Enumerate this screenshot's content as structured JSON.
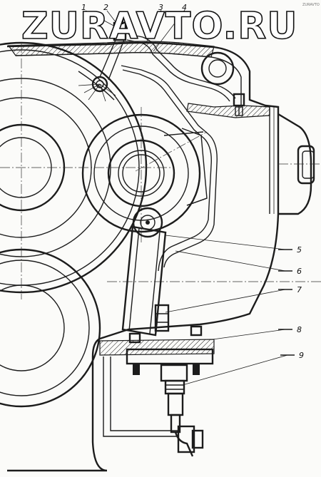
{
  "watermark": "ZURAVTO.RU",
  "corner_mark": "ZURAVTO",
  "callouts": [
    {
      "id": "1",
      "text": "1"
    },
    {
      "id": "2",
      "text": "2"
    },
    {
      "id": "3",
      "text": "3"
    },
    {
      "id": "4",
      "text": "4"
    },
    {
      "id": "5",
      "text": "5"
    },
    {
      "id": "6",
      "text": "6"
    },
    {
      "id": "7",
      "text": "7"
    },
    {
      "id": "8",
      "text": "8"
    },
    {
      "id": "9",
      "text": "9"
    }
  ]
}
